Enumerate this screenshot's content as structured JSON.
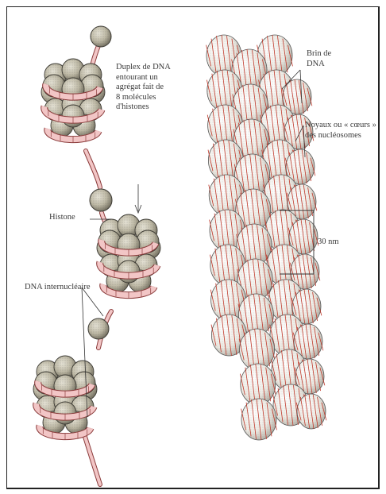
{
  "left_figure": {
    "labels": {
      "duplex": "Duplex de DNA\nentourant un\nagrégat fait de\n8 molécules\nd'histones",
      "histone": "Histone",
      "dna_linker": "DNA internucléaire"
    }
  },
  "right_figure": {
    "labels": {
      "strands": "Brin de\nDNA",
      "cores": "Noyaux ou « cœurs »\ndes nucléosomes",
      "width": "30 nm"
    }
  },
  "colors": {
    "histone_fill": "#b9b4a0",
    "histone_stroke": "#3c3a33",
    "dna_ribbon": "#f2c6c6",
    "dna_stroke": "#8a3a3a",
    "fiber_lines": "#c0392b",
    "fiber_sphere": "#ebe9e2"
  }
}
